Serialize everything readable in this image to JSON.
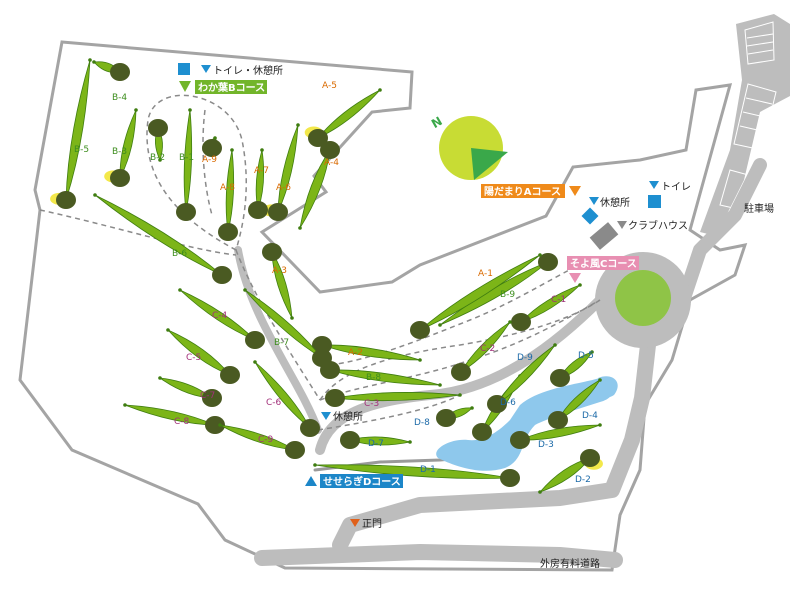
{
  "colors": {
    "fairway": "#7cb518",
    "fairway_edge": "#3f7d10",
    "green": "#4a5a22",
    "bunker": "#f3e84a",
    "road": "#bdbdbd",
    "water": "#8ec8ec",
    "boundary": "#9e9e9e",
    "course_a": "#ef8a1a",
    "course_b": "#72b52a",
    "course_c": "#e88fb2",
    "course_d": "#1c86c8",
    "label_a": "#d96a00",
    "label_b": "#3e8e1f",
    "label_c": "#a2307a",
    "label_d": "#1c6aa8",
    "info_blue": "#1e8fd0",
    "clubhouse": "#8a8a8a",
    "entrance_marker": "#e0601a"
  },
  "facilities": {
    "toilet_rest_b": "トイレ・休憩所",
    "rest_top": "休憩所",
    "toilet_top": "トイレ",
    "clubhouse": "クラブハウス",
    "parking": "駐車場",
    "rest_center": "休憩所",
    "main_gate": "正門",
    "outer_road": "外房有料道路"
  },
  "courses": {
    "a": "陽だまりAコース",
    "b": "わか葉Bコース",
    "c": "そよ風Cコース",
    "d": "せせらぎDコース"
  },
  "compass": {
    "letter": "N"
  },
  "holes": {
    "A-1": "A-1",
    "A-2": "A-2",
    "A-3": "A-3",
    "A-4": "A-4",
    "A-5": "A-5",
    "A-6": "A-6",
    "A-7": "A-7",
    "A-8": "A-8",
    "A-9": "A-9",
    "B-1": "B-1",
    "B-2": "B-2",
    "B-3": "B-3",
    "B-4": "B-4",
    "B-5": "B-5",
    "B-6": "B-6",
    "B-7": "B-7",
    "B-8": "B-8",
    "B-9": "B-9",
    "C-1": "C-1",
    "C-2": "C-2",
    "C-3": "C-3",
    "C-4": "C-4",
    "C-5": "C-5",
    "C-6": "C-6",
    "C-7": "C-7",
    "C-8": "C-8",
    "C-9": "C-9",
    "D-1": "D-1",
    "D-2": "D-2",
    "D-3": "D-3",
    "D-4": "D-4",
    "D-5": "D-5",
    "D-6": "D-6",
    "D-7": "D-7",
    "D-8": "D-8",
    "D-9": "D-9"
  }
}
